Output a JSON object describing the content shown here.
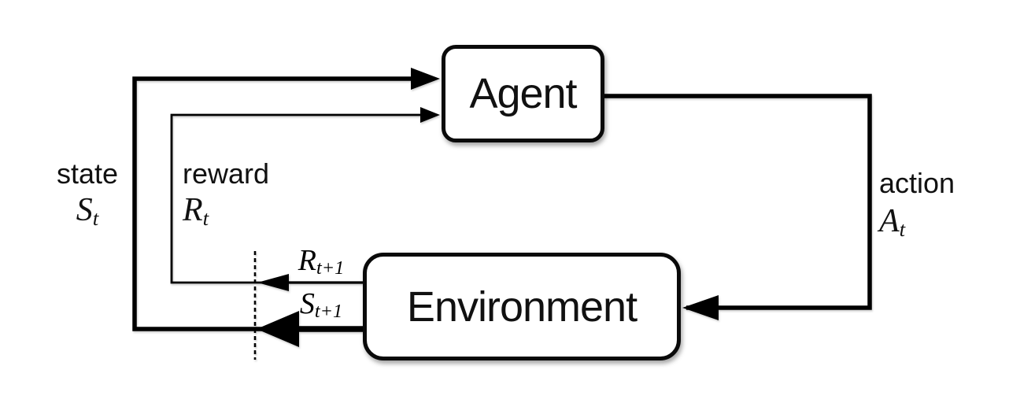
{
  "diagram": {
    "agent": {
      "label": "Agent"
    },
    "environment": {
      "label": "Environment"
    },
    "state_label": {
      "word": "state",
      "symbol": "S",
      "subscript": "t"
    },
    "reward_label": {
      "word": "reward",
      "symbol": "R",
      "subscript": "t"
    },
    "action_label": {
      "word": "action",
      "symbol": "A",
      "subscript": "t"
    },
    "next_reward_label": {
      "symbol": "R",
      "subscript": "t+1"
    },
    "next_state_label": {
      "symbol": "S",
      "subscript": "t+1"
    },
    "colors": {
      "line": "#000000",
      "box_border": "#0a0a0a",
      "box_fill": "#ffffff",
      "background": "#ffffff",
      "text": "#111111"
    }
  }
}
